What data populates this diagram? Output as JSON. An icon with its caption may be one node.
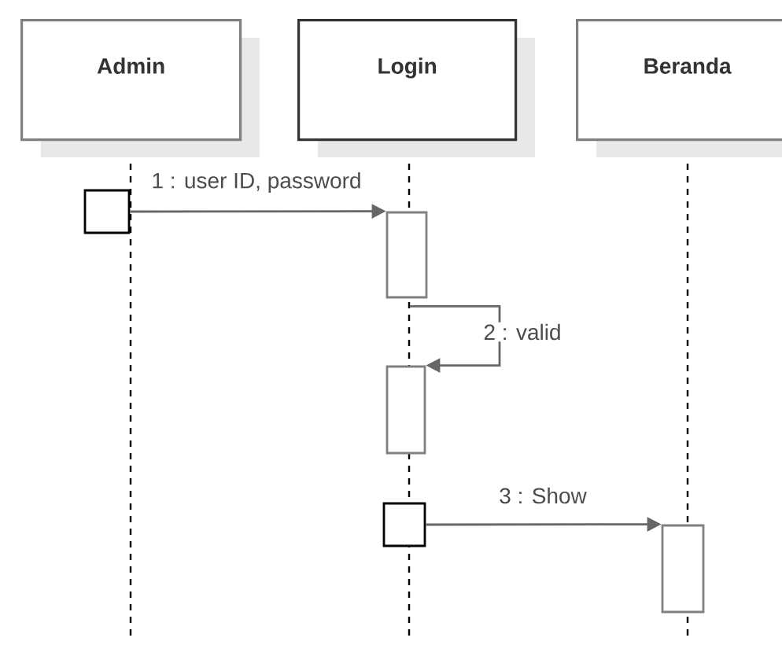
{
  "diagram": {
    "nodes": [
      {
        "text": [
          "Admin"
        ]
      },
      {
        "text": [
          "Login"
        ]
      },
      {
        "text": [
          "Beranda"
        ]
      },
      {
        "text": [],
        "shape": "box"
      },
      {
        "text": [],
        "shape": "box"
      },
      {
        "text": [],
        "shape": "box"
      },
      {
        "text": [],
        "shape": "box"
      },
      {
        "text": [],
        "shape": "box"
      }
    ],
    "edges": [
      {
        "from": 3,
        "to": 4,
        "arrow": "to",
        "label": "1 : user ID, password"
      },
      {
        "from": 4,
        "to": 5,
        "arrow": "to",
        "label": "2 : valid"
      },
      {
        "from": 6,
        "to": 7,
        "arrow": "to",
        "label": "3 : Show"
      }
    ]
  }
}
